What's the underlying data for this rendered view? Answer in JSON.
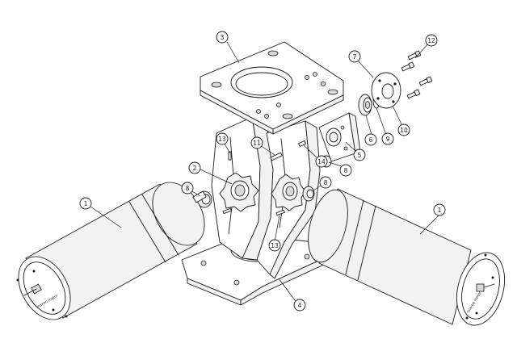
{
  "callouts": [
    {
      "id": "c1a",
      "label": "1"
    },
    {
      "id": "c1b",
      "label": "1"
    },
    {
      "id": "c2",
      "label": "2"
    },
    {
      "id": "c3",
      "label": "3"
    },
    {
      "id": "c4",
      "label": "4"
    },
    {
      "id": "c5",
      "label": "5"
    },
    {
      "id": "c6",
      "label": "6"
    },
    {
      "id": "c7",
      "label": "7"
    },
    {
      "id": "c8a",
      "label": "8"
    },
    {
      "id": "c8b",
      "label": "8"
    },
    {
      "id": "c8c",
      "label": "8"
    },
    {
      "id": "c9",
      "label": "9"
    },
    {
      "id": "c10",
      "label": "10"
    },
    {
      "id": "c11",
      "label": "11"
    },
    {
      "id": "c12",
      "label": "12"
    },
    {
      "id": "c13a",
      "label": "13"
    },
    {
      "id": "c13b",
      "label": "13"
    },
    {
      "id": "c14",
      "label": "14"
    }
  ],
  "motor_marking": "maxon motor"
}
